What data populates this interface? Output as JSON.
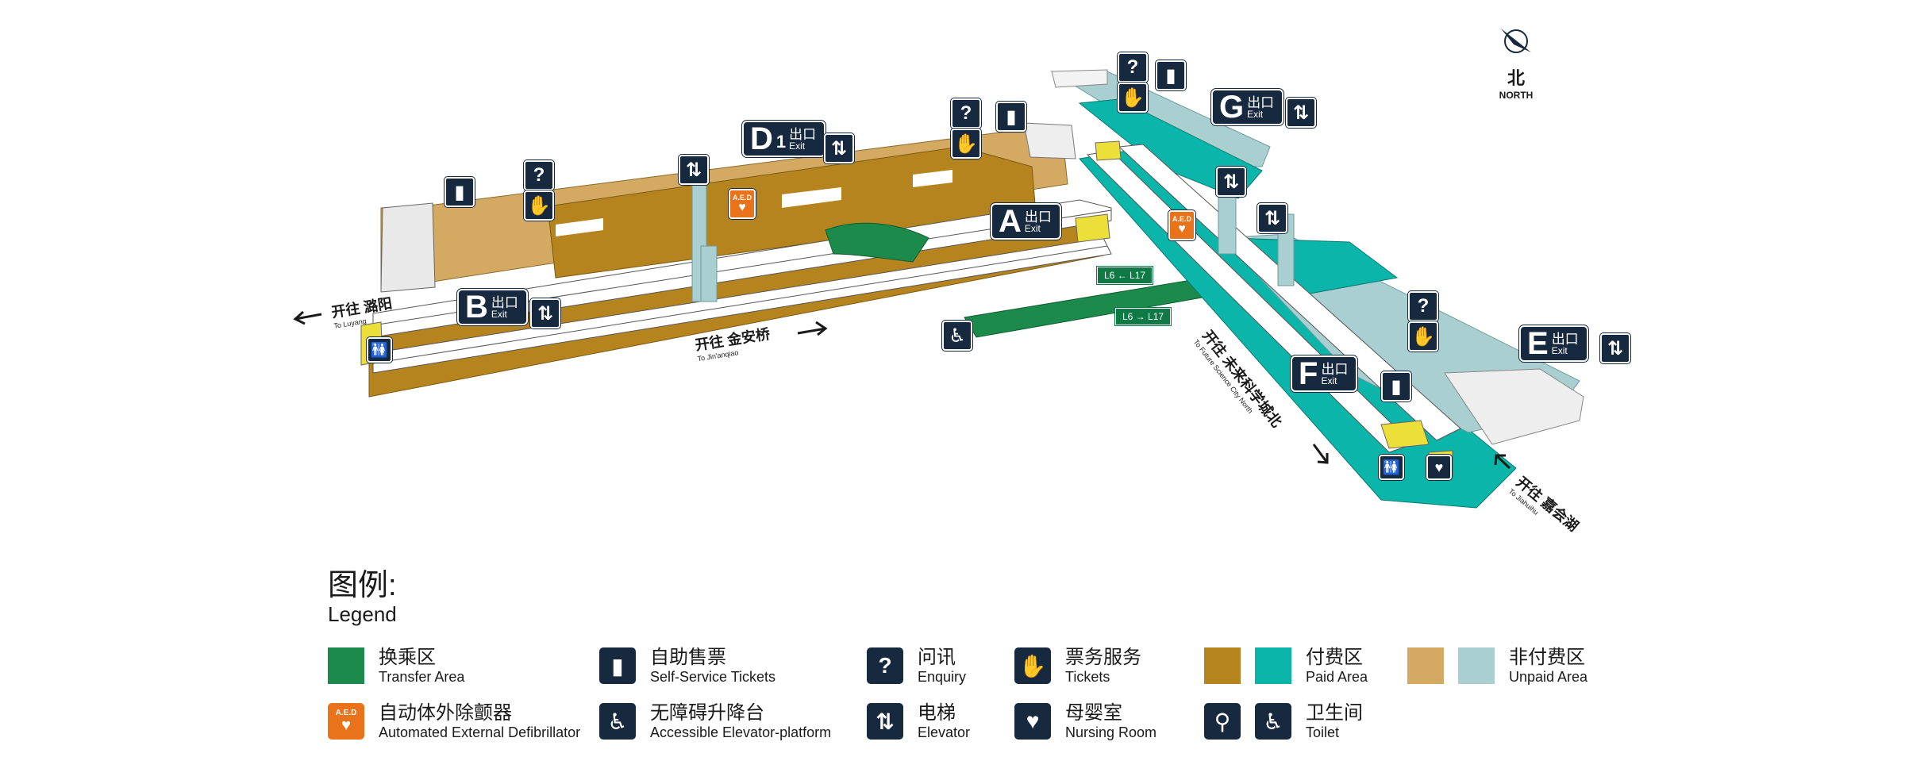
{
  "colors": {
    "transfer": "#1b8a4a",
    "paid_brown": "#b5841e",
    "paid_teal": "#0cb5a9",
    "unpaid_tan": "#d4aa63",
    "unpaid_light": "#a9cfd0",
    "navy": "#16293f",
    "aed_orange": "#e8731b",
    "train_yellow": "#ecdf3a"
  },
  "compass": {
    "cn": "北",
    "en": "NORTH"
  },
  "exits": [
    {
      "id": "D",
      "num": "1",
      "cn": "出口",
      "en": "Exit"
    },
    {
      "id": "A",
      "num": "",
      "cn": "出口",
      "en": "Exit"
    },
    {
      "id": "B",
      "num": "",
      "cn": "出口",
      "en": "Exit"
    },
    {
      "id": "G",
      "num": "",
      "cn": "出口",
      "en": "Exit"
    },
    {
      "id": "F",
      "num": "",
      "cn": "出口",
      "en": "Exit"
    },
    {
      "id": "E",
      "num": "",
      "cn": "出口",
      "en": "Exit"
    }
  ],
  "directions": {
    "luoyang": {
      "cn": "开往 潞阳",
      "en": "To Luyang"
    },
    "jinanqiao": {
      "cn": "开往 金安桥",
      "en": "To Jin'anqiao"
    },
    "future": {
      "cn": "开往 未来科学城北",
      "en": "To Future Science City North"
    },
    "jiahuihu": {
      "cn": "开往 嘉会湖",
      "en": "To Jiahuihu"
    }
  },
  "transfer_tags": {
    "upper": "L6 ← L17",
    "lower": "L6 → L17"
  },
  "map_icons": {
    "enquiry": "?",
    "aed_label": "A.E.D"
  },
  "legend": {
    "title_cn": "图例:",
    "title_en": "Legend",
    "items": [
      {
        "key": "transfer",
        "kind": "swatch",
        "colors": [
          "#1b8a4a"
        ],
        "cn": "换乘区",
        "en": "Transfer Area"
      },
      {
        "key": "self-service",
        "kind": "icon",
        "icon": "ticket-machine-icon",
        "glyph": "▮",
        "cn": "自助售票",
        "en": "Self-Service Tickets"
      },
      {
        "key": "enquiry",
        "kind": "icon",
        "icon": "question-icon",
        "glyph": "?",
        "cn": "问讯",
        "en": "Enquiry"
      },
      {
        "key": "tickets",
        "kind": "icon",
        "icon": "ticket-hand-icon",
        "glyph": "✋",
        "cn": "票务服务",
        "en": "Tickets"
      },
      {
        "key": "paid",
        "kind": "swatch",
        "colors": [
          "#b5841e",
          "#0cb5a9"
        ],
        "cn": "付费区",
        "en": "Paid Area"
      },
      {
        "key": "unpaid",
        "kind": "swatch",
        "colors": [
          "#d4aa63",
          "#a9cfd0"
        ],
        "cn": "非付费区",
        "en": "Unpaid Area"
      },
      {
        "key": "aed",
        "kind": "aed",
        "icon": "aed-icon",
        "glyph": "A.E.D",
        "cn": "自动体外除颤器",
        "en": "Automated External Defibrillator"
      },
      {
        "key": "accessible",
        "kind": "icon",
        "icon": "wheelchair-icon",
        "glyph": "♿",
        "cn": "无障碍升降台",
        "en": "Accessible Elevator-platform"
      },
      {
        "key": "elevator",
        "kind": "icon",
        "icon": "elevator-icon",
        "glyph": "⇅",
        "cn": "电梯",
        "en": "Elevator"
      },
      {
        "key": "nursing",
        "kind": "icon",
        "icon": "baby-icon",
        "glyph": "♥",
        "cn": "母婴室",
        "en": "Nursing Room"
      },
      {
        "key": "toilet",
        "kind": "icon2",
        "icon": "toilet-icon",
        "glyph": "🚻",
        "cn": "卫生间",
        "en": "Toilet"
      }
    ]
  }
}
